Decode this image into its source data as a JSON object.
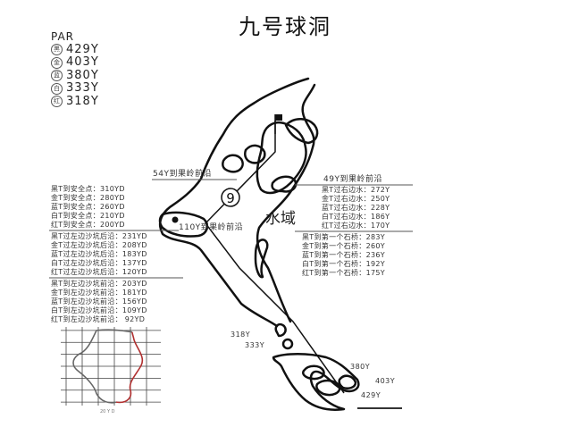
{
  "title": "九号球洞",
  "par": {
    "label": "PAR",
    "tees": [
      {
        "badge": "黑",
        "yards": "429Y"
      },
      {
        "badge": "金",
        "yards": "403Y"
      },
      {
        "badge": "蓝",
        "yards": "380Y"
      },
      {
        "badge": "白",
        "yards": "333Y"
      },
      {
        "badge": "红",
        "yards": "318Y"
      }
    ]
  },
  "hole_number": "9",
  "water_label": "水域",
  "green_labels": {
    "y54": "54Y到果岭前沿",
    "y110": "110Y到果岭前沿",
    "y49": "49Y到果岭前沿"
  },
  "safe_point": [
    "黑T到安全点：310YD",
    "金T到安全点：280YD",
    "蓝T到安全点：260YD",
    "白T到安全点：210YD",
    "红T到安全点：200YD"
  ],
  "bunker_back": [
    "黑T过左边沙坑后沿：231YD",
    "金T过左边沙坑后沿：208YD",
    "蓝T过左边沙坑后沿：183YD",
    "白T过左边沙坑后沿：137YD",
    "红T过左边沙坑后沿：120YD"
  ],
  "bunker_front": [
    "黑T到左边沙坑前沿：203YD",
    "金T到左边沙坑前沿：181YD",
    "蓝T到左边沙坑前沿：156YD",
    "白T到左边沙坑前沿：109YD",
    "红T到左边沙坑前沿：  92YD"
  ],
  "right_water": [
    "黑T过右边水：272Y",
    "金T过右边水：250Y",
    "蓝T过右边水：228Y",
    "白T过右边水：186Y",
    "红T过右边水：170Y"
  ],
  "stone_bridge": [
    "黑T到第一个石桥：283Y",
    "金T到第一个石桥：260Y",
    "蓝T到第一个石桥：236Y",
    "白T到第一个石桥：192Y",
    "红T到第一个石桥：175Y"
  ],
  "tee_labels": {
    "t318": "318Y",
    "t333": "333Y",
    "t380": "380Y",
    "t403": "403Y",
    "t429": "429Y"
  },
  "mini_caption": "20 Y D",
  "colors": {
    "line": "#111111",
    "text": "#333333",
    "mini_red": "#b03030"
  }
}
